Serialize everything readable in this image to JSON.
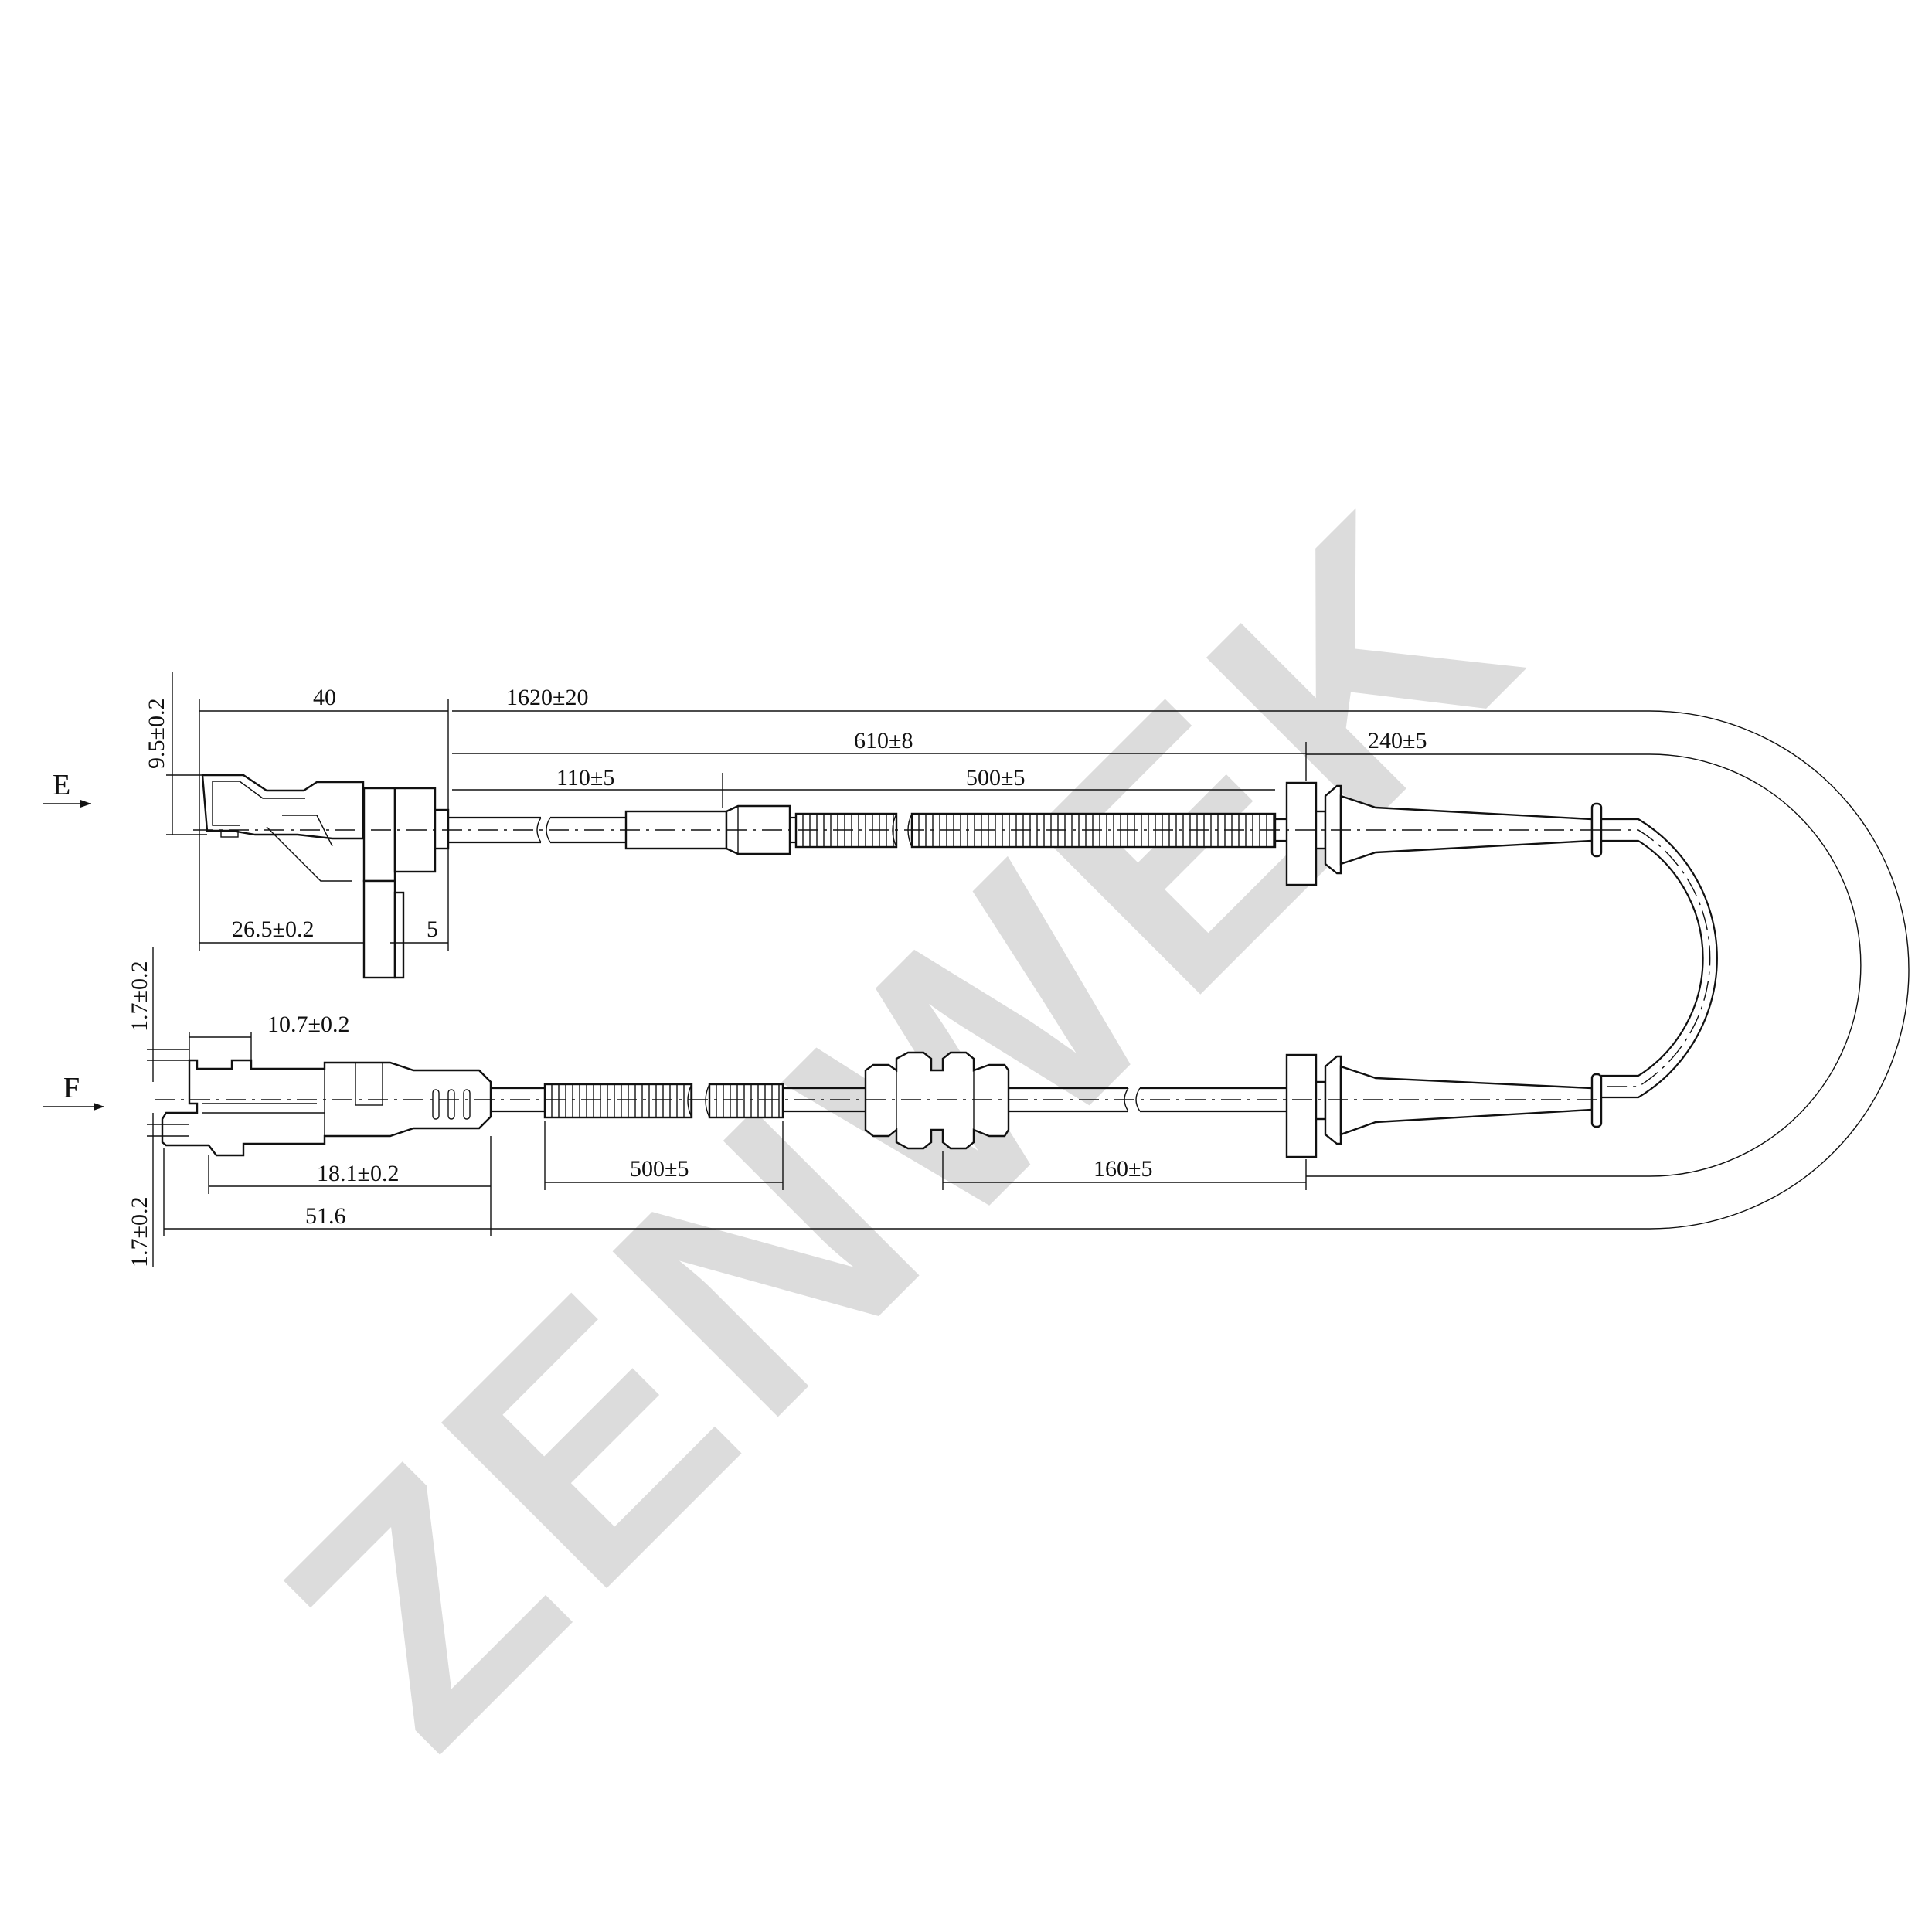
{
  "watermark": {
    "text": "ZENWEK",
    "color": "#dcdcdc"
  },
  "views": {
    "top": "E",
    "bottom": "F"
  },
  "dimensions": {
    "top_connector_length": "40",
    "total_length": "1620±20",
    "sheath_length": "610±8",
    "grommet_to_end": "240±5",
    "tube_length": "110±5",
    "corrugated_top": "500±5",
    "height_top": "9.5±0.2",
    "width_top": "26.5±0.2",
    "flange": "5",
    "pin_height_top": "1.7±0.2",
    "plug_offset": "10.7±0.2",
    "plug_body": "18.1±0.2",
    "plug_length": "51.6",
    "pin_height_bottom": "1.7±0.2",
    "corrugated_bottom": "500±5",
    "clip_to_grommet": "160±5"
  }
}
